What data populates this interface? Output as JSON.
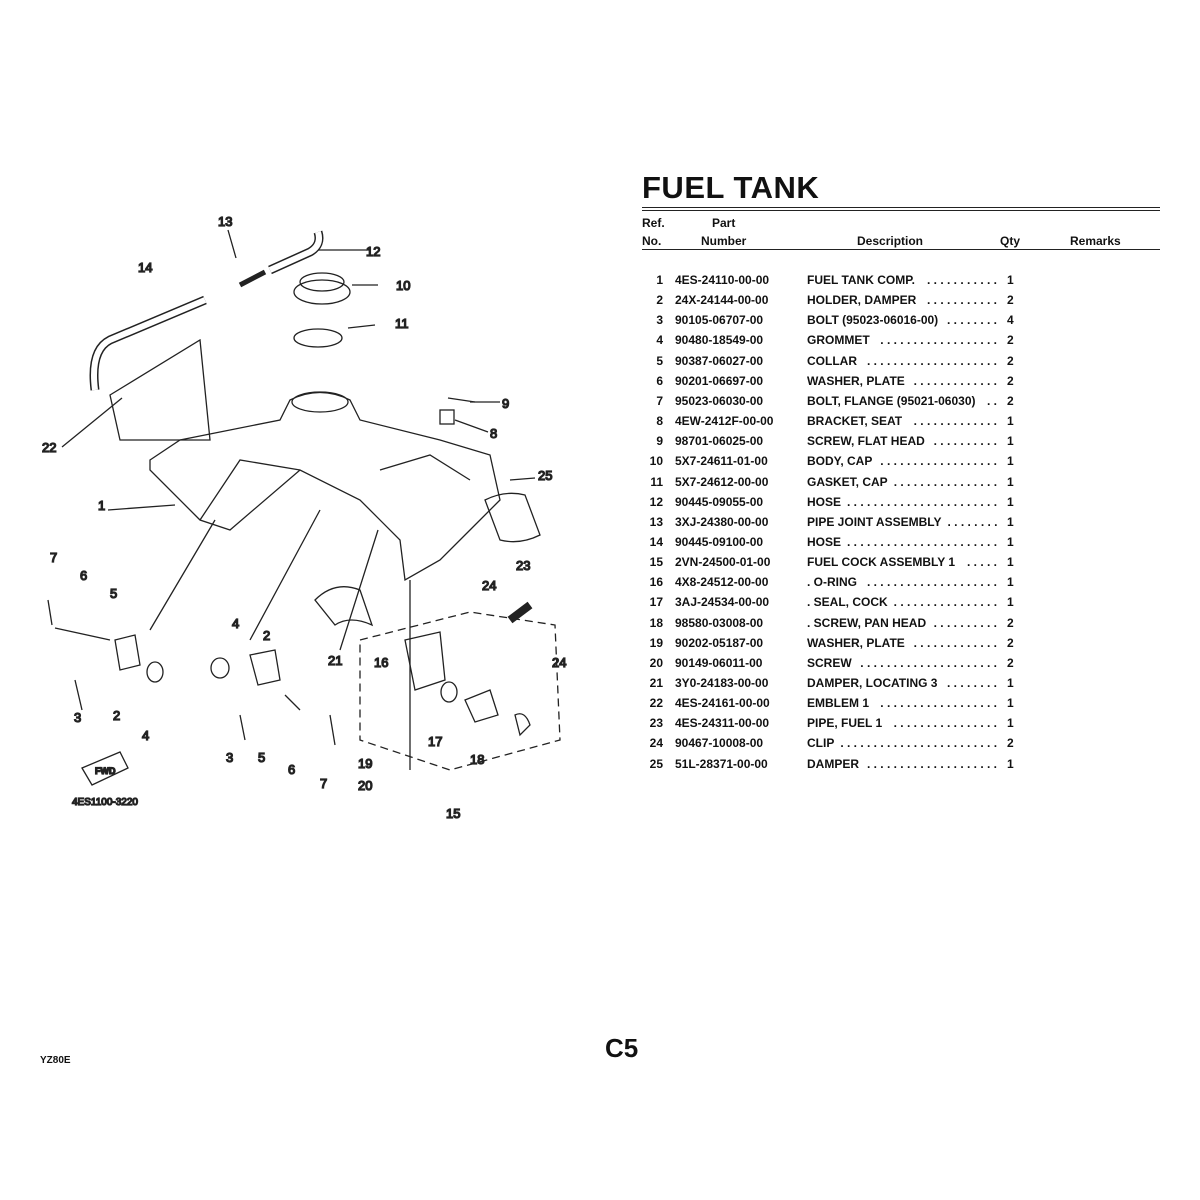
{
  "title": "FUEL TANK",
  "headers": {
    "ref_line1": "Ref.",
    "ref_line2": "No.",
    "part_line1": "Part",
    "part_line2": "Number",
    "description": "Description",
    "qty": "Qty",
    "remarks": "Remarks"
  },
  "rows": [
    {
      "ref": "1",
      "part": "4ES-24110-00-00",
      "desc": "FUEL TANK COMP.",
      "qty": "1"
    },
    {
      "ref": "2",
      "part": "24X-24144-00-00",
      "desc": "HOLDER, DAMPER",
      "qty": "2"
    },
    {
      "ref": "3",
      "part": "90105-06707-00",
      "desc": "BOLT (95023-06016-00)",
      "qty": "4"
    },
    {
      "ref": "4",
      "part": "90480-18549-00",
      "desc": "GROMMET",
      "qty": "2"
    },
    {
      "ref": "5",
      "part": "90387-06027-00",
      "desc": "COLLAR",
      "qty": "2"
    },
    {
      "ref": "6",
      "part": "90201-06697-00",
      "desc": "WASHER, PLATE",
      "qty": "2"
    },
    {
      "ref": "7",
      "part": "95023-06030-00",
      "desc": "BOLT, FLANGE (95021-06030)",
      "qty": "2"
    },
    {
      "ref": "8",
      "part": "4EW-2412F-00-00",
      "desc": "BRACKET, SEAT",
      "qty": "1"
    },
    {
      "ref": "9",
      "part": "98701-06025-00",
      "desc": "SCREW, FLAT HEAD",
      "qty": "1"
    },
    {
      "ref": "10",
      "part": "5X7-24611-01-00",
      "desc": "BODY, CAP",
      "qty": "1"
    },
    {
      "ref": "11",
      "part": "5X7-24612-00-00",
      "desc": "GASKET, CAP",
      "qty": "1"
    },
    {
      "ref": "12",
      "part": "90445-09055-00",
      "desc": "HOSE",
      "qty": "1"
    },
    {
      "ref": "13",
      "part": "3XJ-24380-00-00",
      "desc": "PIPE JOINT ASSEMBLY",
      "qty": "1"
    },
    {
      "ref": "14",
      "part": "90445-09100-00",
      "desc": "HOSE",
      "qty": "1"
    },
    {
      "ref": "15",
      "part": "2VN-24500-01-00",
      "desc": "FUEL COCK ASSEMBLY 1",
      "qty": "1"
    },
    {
      "ref": "16",
      "part": "4X8-24512-00-00",
      "desc": ". O-RING",
      "qty": "1"
    },
    {
      "ref": "17",
      "part": "3AJ-24534-00-00",
      "desc": ". SEAL, COCK",
      "qty": "1"
    },
    {
      "ref": "18",
      "part": "98580-03008-00",
      "desc": ". SCREW, PAN HEAD",
      "qty": "2"
    },
    {
      "ref": "19",
      "part": "90202-05187-00",
      "desc": "WASHER, PLATE",
      "qty": "2"
    },
    {
      "ref": "20",
      "part": "90149-06011-00",
      "desc": "SCREW",
      "qty": "2"
    },
    {
      "ref": "21",
      "part": "3Y0-24183-00-00",
      "desc": "DAMPER, LOCATING 3",
      "qty": "1"
    },
    {
      "ref": "22",
      "part": "4ES-24161-00-00",
      "desc": "EMBLEM 1",
      "qty": "1"
    },
    {
      "ref": "23",
      "part": "4ES-24311-00-00",
      "desc": "PIPE, FUEL 1",
      "qty": "1"
    },
    {
      "ref": "24",
      "part": "90467-10008-00",
      "desc": "CLIP",
      "qty": "2"
    },
    {
      "ref": "25",
      "part": "51L-28371-00-00",
      "desc": "DAMPER",
      "qty": "1"
    }
  ],
  "diagram": {
    "code": "4ES1100-3220",
    "fwd": "FWD",
    "callouts": [
      "13",
      "12",
      "14",
      "10",
      "11",
      "9",
      "8",
      "22",
      "1",
      "25",
      "7",
      "6",
      "5",
      "4",
      "2",
      "3",
      "4",
      "2",
      "3",
      "5",
      "6",
      "7",
      "21",
      "16",
      "24",
      "23",
      "24",
      "17",
      "18",
      "19",
      "20",
      "15"
    ]
  },
  "footer": {
    "model": "YZ80E",
    "page": "C5"
  }
}
